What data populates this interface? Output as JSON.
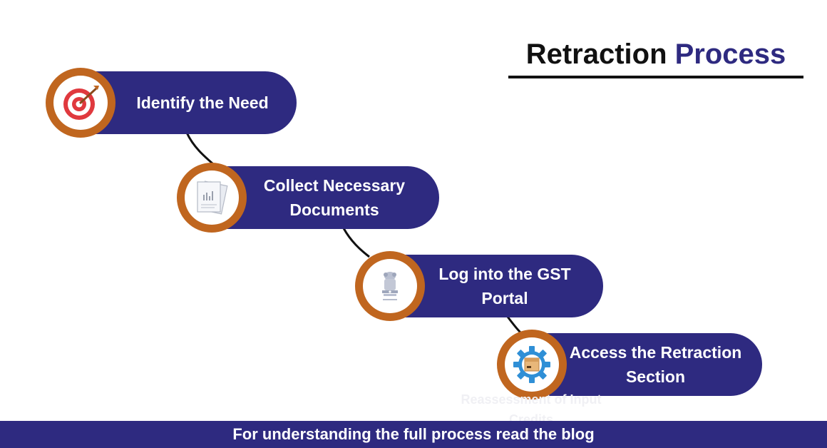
{
  "title": {
    "main": "Retraction",
    "accent": "Process"
  },
  "steps": [
    {
      "label": "Identify the Need",
      "icon": "target-icon"
    },
    {
      "label_line1": "Collect Necessary",
      "label_line2": "Documents",
      "icon": "documents-icon"
    },
    {
      "label_line1": "Log into the GST",
      "label_line2": "Portal",
      "icon": "emblem-icon"
    },
    {
      "label_line1": "Access the Retraction",
      "label_line2": "Section",
      "icon": "gear-box-icon"
    }
  ],
  "ghost_text": {
    "line1": "Reassessment of Input",
    "line2": "Credits"
  },
  "footer": {
    "text": "For understanding the full process read the blog"
  },
  "colors": {
    "pill": "#2e2a80",
    "badge": "#c0661f",
    "title_accent": "#2e2a80",
    "text": "#111111"
  }
}
